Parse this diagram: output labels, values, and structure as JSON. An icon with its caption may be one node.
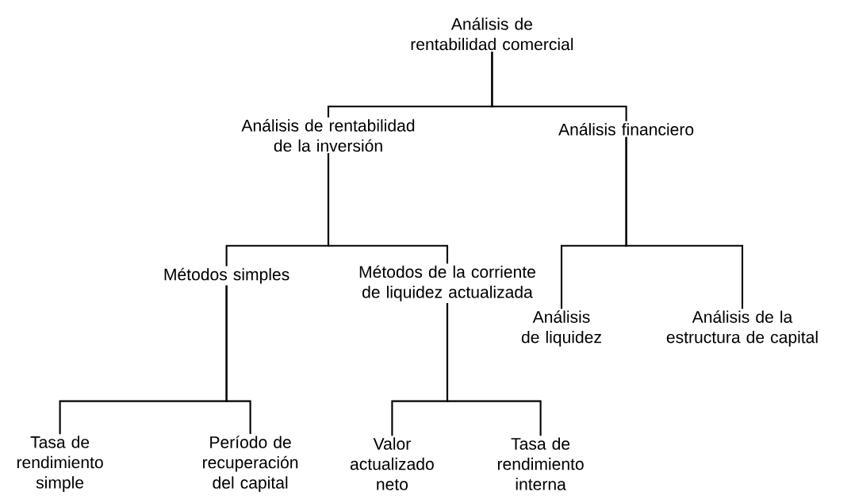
{
  "diagram": {
    "nodes": [
      {
        "text": [
          "Análisis de rentabilidad comercial"
        ]
      },
      {
        "text": [
          "Análisis de rentabilidad de la inversión"
        ]
      },
      {
        "text": [
          "Análisis financiero"
        ]
      },
      {
        "text": [
          "Métodos simples"
        ]
      },
      {
        "text": [
          "Métodos de la corriente de liquidez actualizada"
        ]
      },
      {
        "text": [
          "Análisis de liquidez"
        ]
      },
      {
        "text": [
          "Análisis de la estructura de capital"
        ]
      },
      {
        "text": [
          "Tasa de rendimiento simple"
        ]
      },
      {
        "text": [
          "Período de recuperación del capital"
        ]
      },
      {
        "text": [
          "Valor actualizado neto"
        ]
      },
      {
        "text": [
          "Tasa de rendimiento interna"
        ]
      }
    ],
    "edges": [
      {
        "from": 0,
        "to": 1,
        "arrow": "none"
      },
      {
        "from": 0,
        "to": 2,
        "arrow": "none"
      },
      {
        "from": 1,
        "to": 3,
        "arrow": "none"
      },
      {
        "from": 1,
        "to": 4,
        "arrow": "none"
      },
      {
        "from": 2,
        "to": 5,
        "arrow": "none"
      },
      {
        "from": 2,
        "to": 6,
        "arrow": "none"
      },
      {
        "from": 3,
        "to": 7,
        "arrow": "none"
      },
      {
        "from": 3,
        "to": 8,
        "arrow": "none"
      },
      {
        "from": 4,
        "to": 9,
        "arrow": "none"
      },
      {
        "from": 4,
        "to": 10,
        "arrow": "none"
      }
    ]
  }
}
